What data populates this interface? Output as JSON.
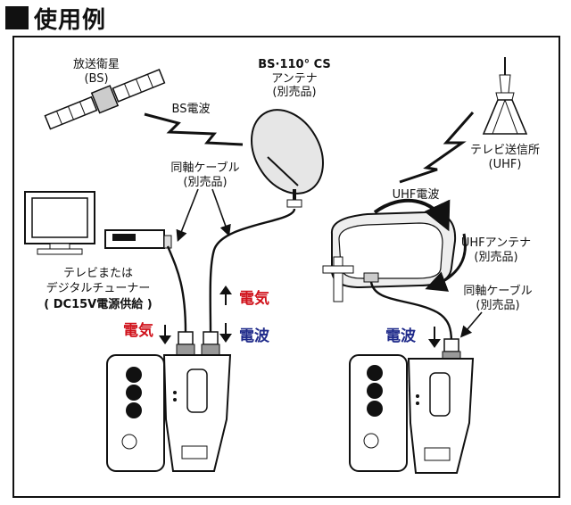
{
  "heading": "使用例",
  "labels": {
    "satellite_1": "放送衛星",
    "satellite_2": "(BS)",
    "bs_wave": "BS電波",
    "antenna_1": "BS·110° CS",
    "antenna_2": "アンテナ",
    "antenna_3": "(別売品)",
    "cable_1": "同軸ケーブル",
    "cable_2": "(別売品)",
    "tv_1": "テレビまたは",
    "tv_2": "デジタルチューナー",
    "tv_3": "( DC15V電源供給 )",
    "tower_1": "テレビ送信所",
    "tower_2": "(UHF)",
    "uhf_wave": "UHF電波",
    "uhf_ant_1": "UHFアンテナ",
    "uhf_ant_2": "(別売品)",
    "cable_r_1": "同軸ケーブル",
    "cable_r_2": "(別売品)",
    "power_left": "電気",
    "power_right": "電気",
    "wave_right": "電波",
    "wave_uhf": "電波"
  },
  "colors": {
    "power": "#d0121b",
    "wave": "#1f2a8a",
    "line": "#111111"
  }
}
